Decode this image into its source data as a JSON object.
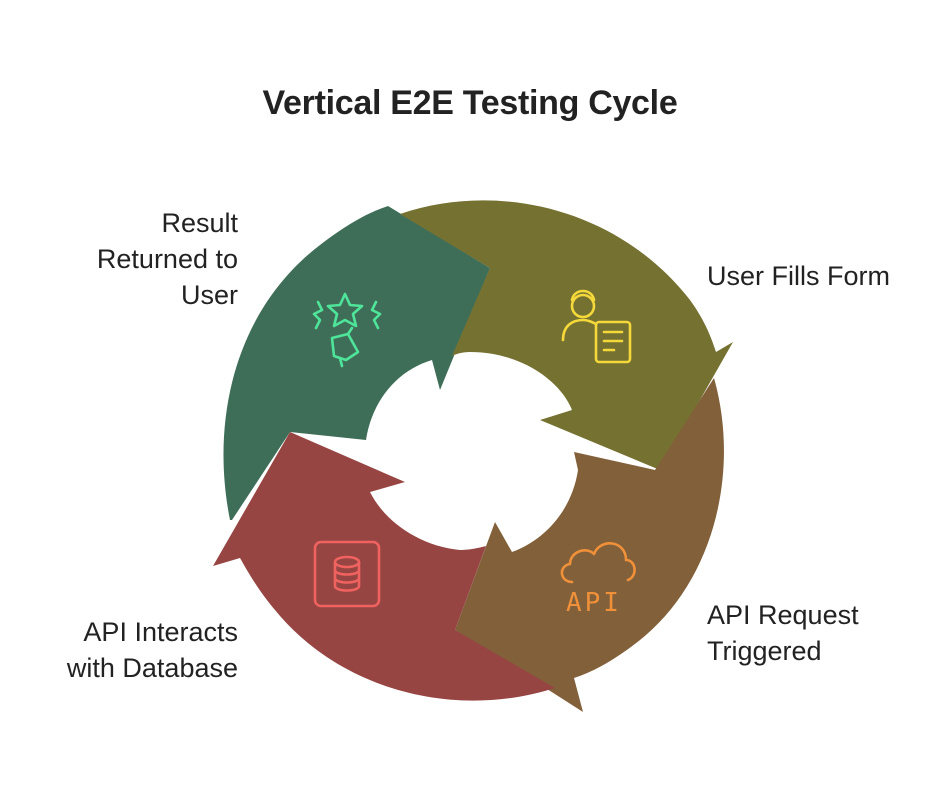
{
  "title": "Vertical E2E Testing Cycle",
  "steps": [
    {
      "label_lines": [
        "User Fills Form"
      ],
      "color": "#757131",
      "icon": "user-form-icon",
      "icon_color": "#f5d93a"
    },
    {
      "label_lines": [
        "API Request",
        "Triggered"
      ],
      "color": "#82603a",
      "icon": "cloud-api-icon",
      "icon_color": "#f0913a",
      "icon_text": "API"
    },
    {
      "label_lines": [
        "API Interacts",
        "with Database"
      ],
      "color": "#964542",
      "icon": "database-icon",
      "icon_color": "#f0625f"
    },
    {
      "label_lines": [
        "Result",
        "Returned to",
        "User"
      ],
      "color": "#3f6e58",
      "icon": "stars-feedback-icon",
      "icon_color": "#4ee59a"
    }
  ]
}
